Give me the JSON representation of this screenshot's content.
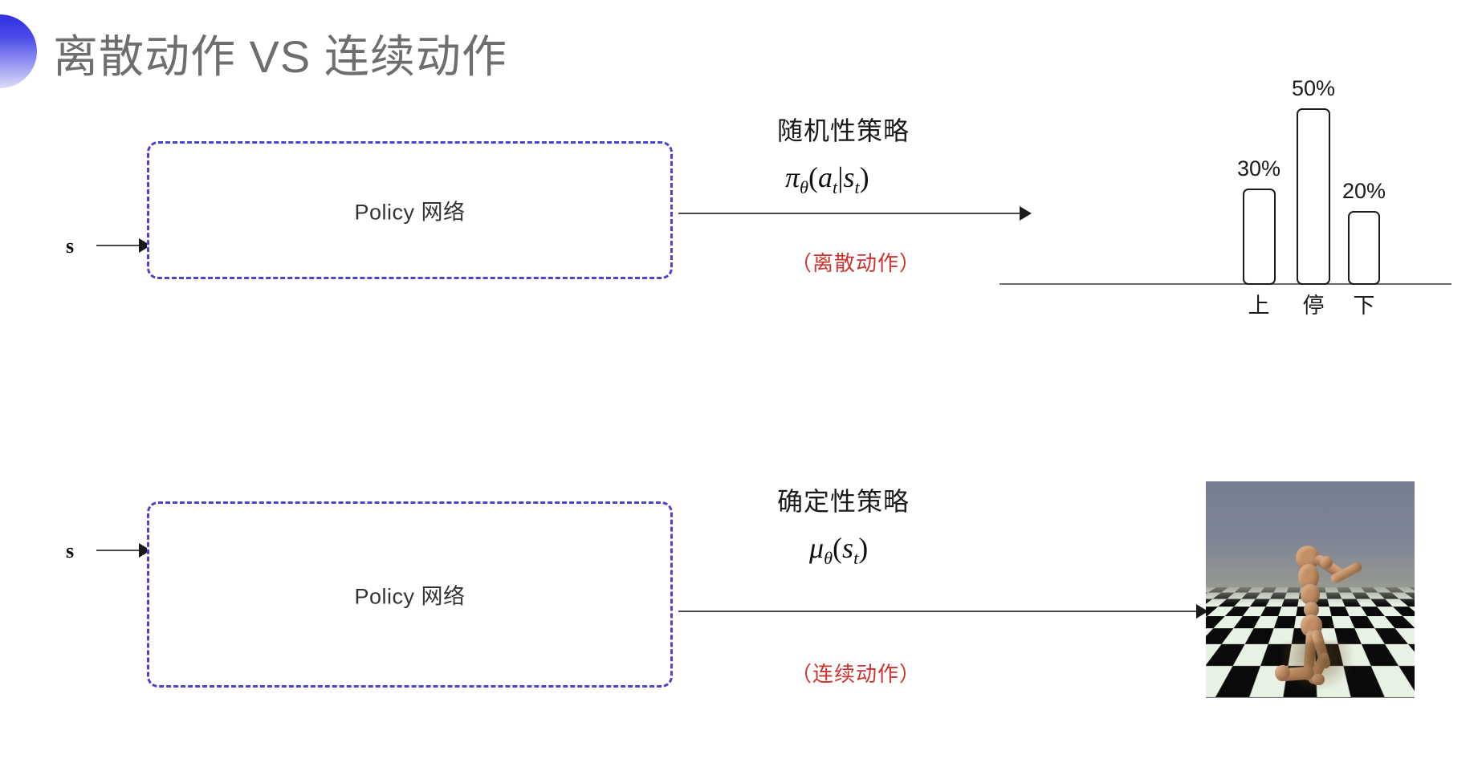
{
  "slide": {
    "title": "离散动作 VS 连续动作",
    "bullet_icon": "half-circle-gradient-icon",
    "background_color": "#ffffff",
    "title_color": "#6e6e6e",
    "accent_color": "#4b42cf",
    "note_color": "#d0332f"
  },
  "rows": [
    {
      "id": "discrete",
      "input_label": "s",
      "box_label": "Policy 网络",
      "annotation_title": "随机性策略",
      "formula": {
        "base": "π",
        "sub": "θ",
        "args": "(a t|s t)",
        "plain": "π_θ(a_t|s_t)"
      },
      "note": "（离散动作）"
    },
    {
      "id": "continuous",
      "input_label": "s",
      "box_label": "Policy 网络",
      "annotation_title": "确定性策略",
      "formula": {
        "base": "μ",
        "sub": "θ",
        "args": "(s t)",
        "plain": "μ_θ(s_t)"
      },
      "note": "（连续动作）"
    }
  ],
  "chart_data": {
    "type": "bar",
    "title": "",
    "xlabel": "",
    "ylabel": "",
    "categories": [
      "上",
      "停",
      "下"
    ],
    "values": [
      30,
      50,
      20
    ],
    "value_labels": [
      "30%",
      "50%",
      "20%"
    ],
    "ylim": [
      0,
      55
    ],
    "grid": false,
    "legend": "none",
    "bar_fill": "#ffffff",
    "bar_stroke": "#1c1c1c",
    "axis_color": "#6a6a6a"
  },
  "humanoid": {
    "caption": "",
    "alt": "MuJoCo humanoid walking on checkerboard plane",
    "sky_color": "#7a8294",
    "body_color": "#c28e63"
  }
}
